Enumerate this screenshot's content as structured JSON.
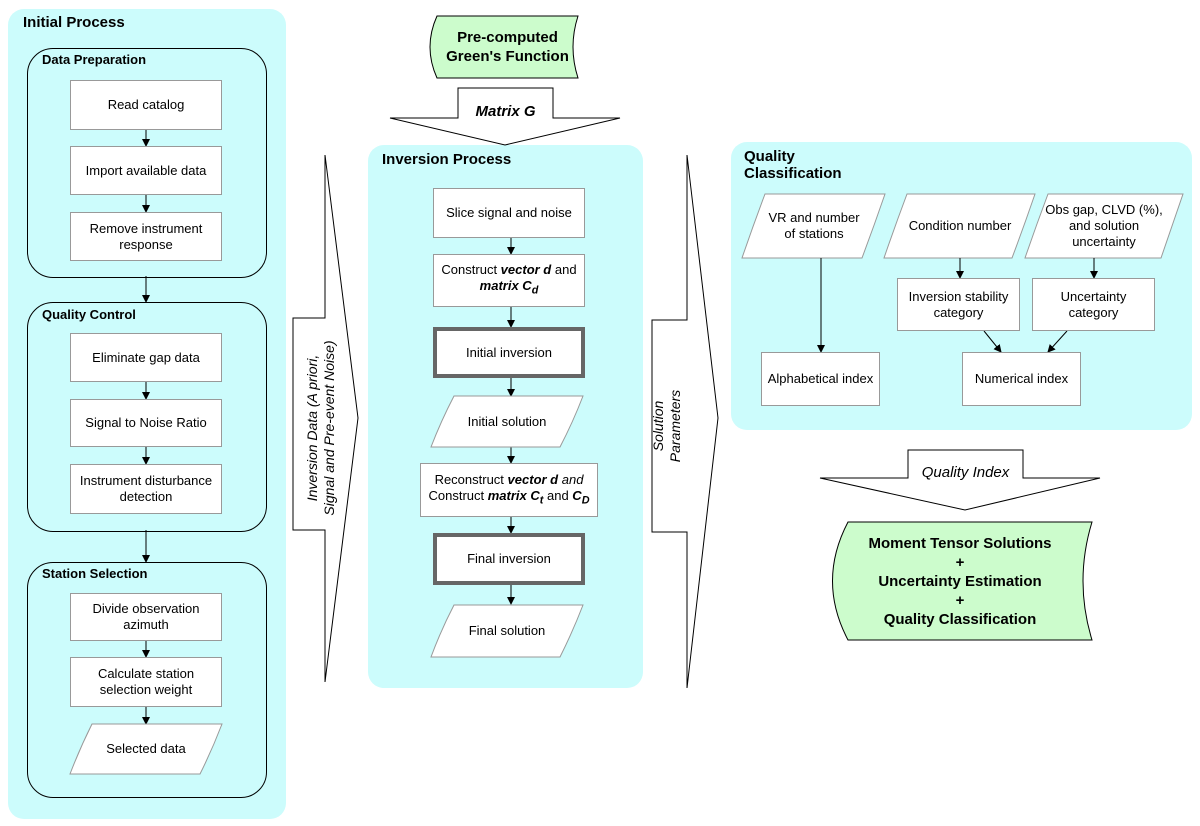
{
  "initial_process": {
    "title": "Initial Process",
    "data_preparation": {
      "title": "Data Preparation",
      "steps": [
        "Read catalog",
        "Import available data",
        "Remove instrument response"
      ]
    },
    "quality_control": {
      "title": "Quality Control",
      "steps": [
        "Eliminate gap data",
        "Signal to Noise Ratio",
        "Instrument disturbance detection"
      ]
    },
    "station_selection": {
      "title": "Station Selection",
      "steps": [
        "Divide observation azimuth",
        "Calculate station selection weight"
      ],
      "output": "Selected data"
    }
  },
  "inversion_data_arrow": {
    "line1": "Inversion Data (A priori,",
    "line2": "Signal and Pre-event Noise)"
  },
  "greens_function": {
    "line1": "Pre-computed",
    "line2": "Green's Function"
  },
  "matrix_g_arrow": {
    "label": "Matrix G"
  },
  "inversion_process": {
    "title": "Inversion Process",
    "slice": "Slice signal and noise",
    "construct_1": {
      "pre": "Construct ",
      "bold1": "vector d",
      "mid": " and",
      "bold2": "matrix C",
      "sub": "d"
    },
    "initial_inversion": "Initial inversion",
    "initial_solution": "Initial solution",
    "reconstruct": {
      "pre": "Reconstruct ",
      "bold1": "vector d",
      "mid": " and",
      "pre2": "Construct ",
      "bold2": "matrix C",
      "sub1": "t",
      "and2": " and ",
      "bold3": "C",
      "sub2": "D"
    },
    "final_inversion": "Final inversion",
    "final_solution": "Final solution"
  },
  "solution_parameters_arrow": {
    "line1": "Solution",
    "line2": "Parameters"
  },
  "quality_classification": {
    "title_line1": "Quality",
    "title_line2": "Classification",
    "input_vr": "VR and number of stations",
    "input_condition": "Condition number",
    "input_obs": "Obs gap, CLVD (%), and solution uncertainty",
    "inversion_stability": "Inversion stability category",
    "uncertainty_category": "Uncertainty category",
    "alphabetical_index": "Alphabetical index",
    "numerical_index": "Numerical index"
  },
  "quality_index_arrow": {
    "label": "Quality Index"
  },
  "output_document": {
    "line1": "Moment Tensor Solutions",
    "plus1": "+",
    "line2": "Uncertainty Estimation",
    "plus2": "+",
    "line3": "Quality Classification"
  },
  "colors": {
    "panel_fill": "#ccfcfc",
    "document_fill": "#ccfccc",
    "box_border": "#999999",
    "thick_border": "#666666"
  }
}
